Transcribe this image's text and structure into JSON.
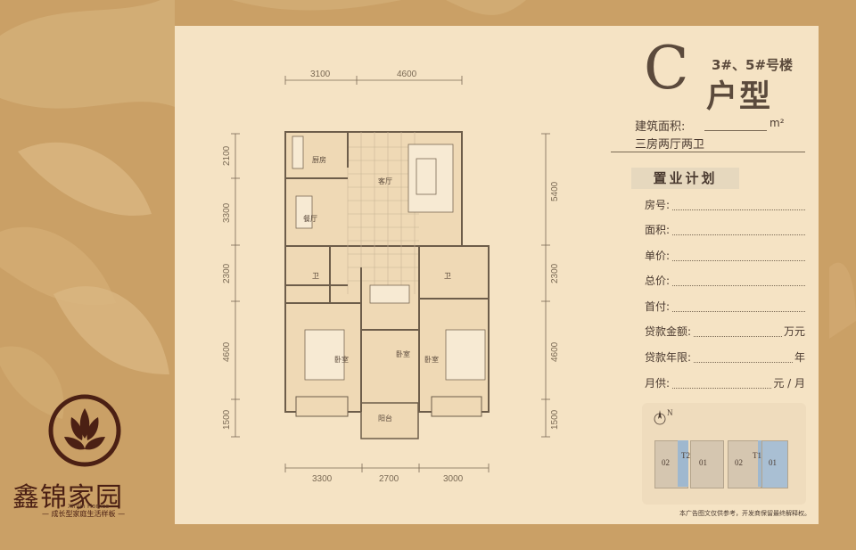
{
  "header": {
    "unit_letter": "C",
    "building": "3#、5#号楼",
    "unit_type": "户型",
    "area_label": "建筑面积:",
    "area_unit": "m²",
    "rooms": "三房两厅两卫"
  },
  "plan": {
    "title": "置业计划",
    "fields": [
      {
        "label": "房号:",
        "suffix": ""
      },
      {
        "label": "面积:",
        "suffix": ""
      },
      {
        "label": "单价:",
        "suffix": ""
      },
      {
        "label": "总价:",
        "suffix": ""
      },
      {
        "label": "首付:",
        "suffix": ""
      },
      {
        "label": "贷款金额:",
        "suffix": "万元"
      },
      {
        "label": "贷款年限:",
        "suffix": "年"
      },
      {
        "label": "月供:",
        "suffix": "元 / 月"
      }
    ]
  },
  "floorplan": {
    "top_dims": [
      "3100",
      "4600"
    ],
    "bottom_dims": [
      "3300",
      "2700",
      "3000"
    ],
    "left_dims": [
      "2100",
      "3300",
      "2300",
      "4600",
      "1500"
    ],
    "right_dims": [
      "5400",
      "2300",
      "4600",
      "1500"
    ],
    "rooms": {
      "kitchen": "厨房",
      "dining": "餐厅",
      "living": "客厅",
      "bath1": "卫",
      "bath2": "卫",
      "bed1": "卧室",
      "bed2": "卧室",
      "bed3": "卧室",
      "balcony": "阳台"
    }
  },
  "keymap": {
    "north": "N",
    "labels": [
      "02",
      "T2",
      "01",
      "02",
      "T1",
      "01"
    ]
  },
  "disclaimer": "本广告图文仅供参考，开发商保留最终解释权。",
  "logo": {
    "name": "鑫锦家园",
    "english": "XinJin Homes",
    "tagline": "— 成长型家庭生活样板 —"
  },
  "colors": {
    "frame": "#caa066",
    "panel": "#f5e3c4",
    "brand": "#4b2014",
    "accent_blue": "#9fb8cf"
  }
}
